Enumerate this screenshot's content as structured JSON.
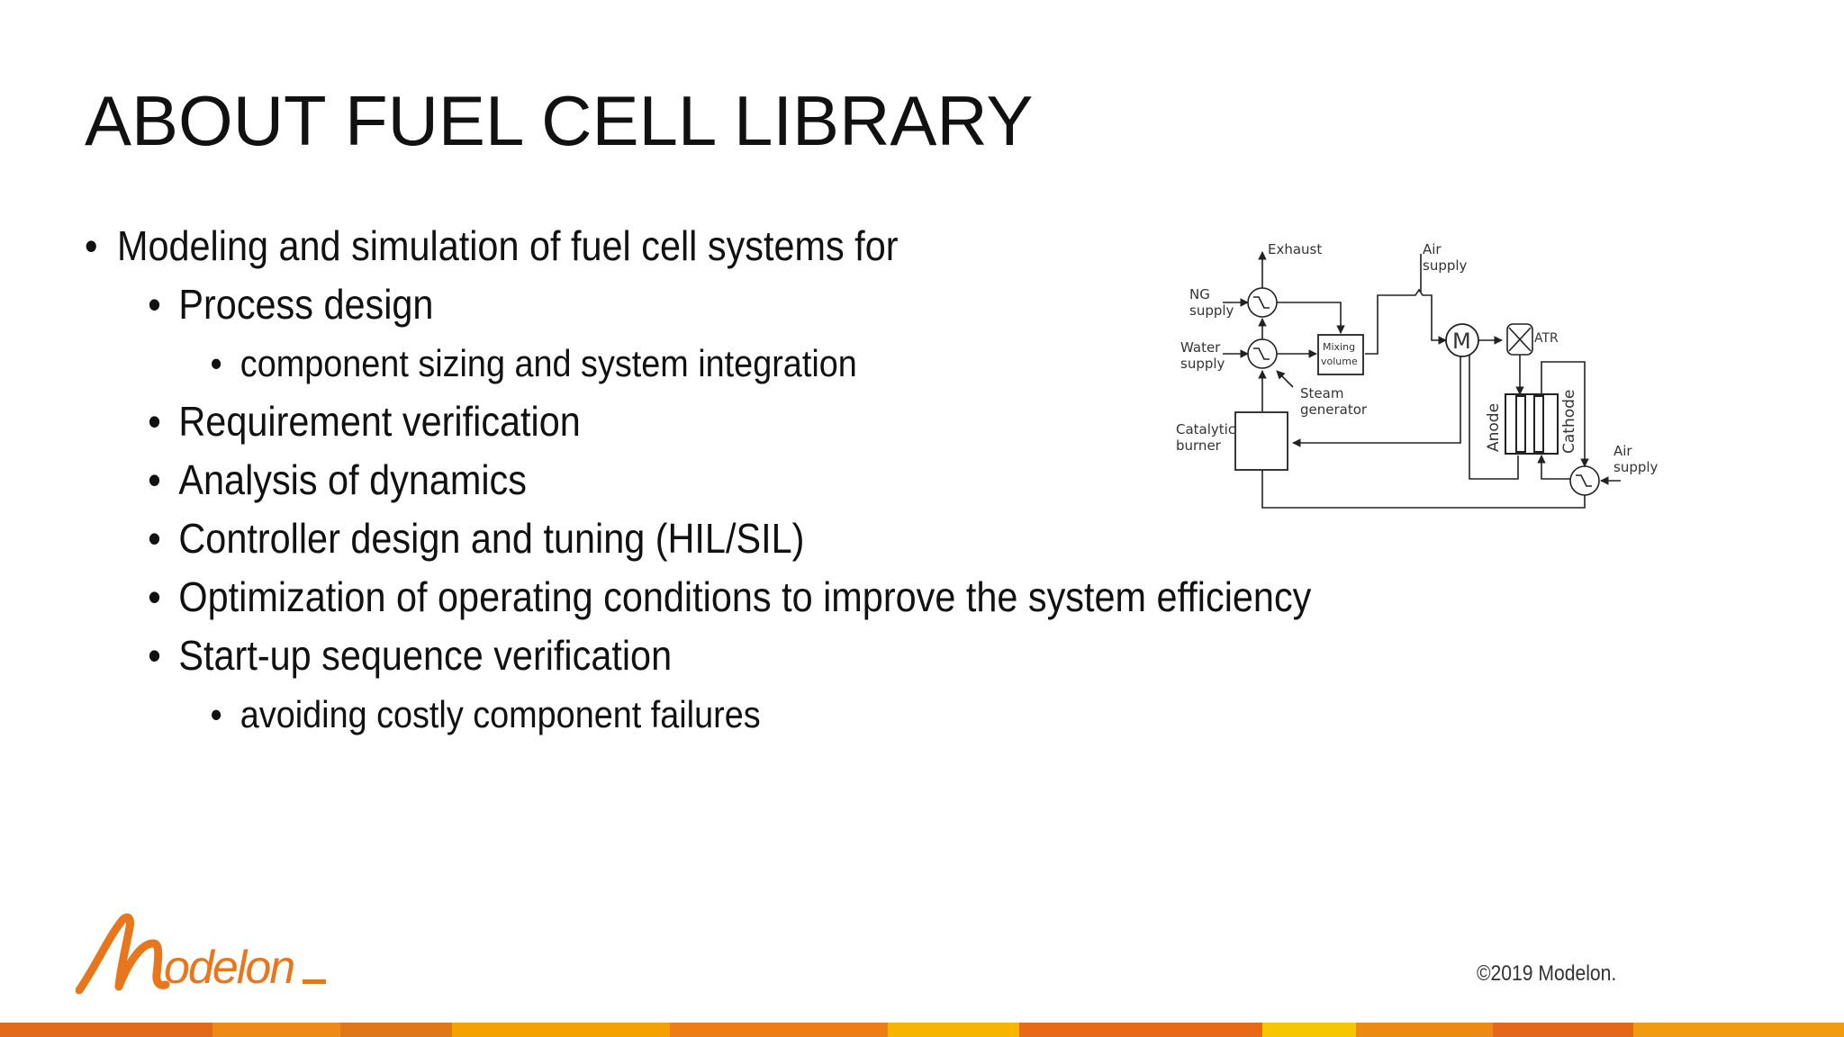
{
  "slide": {
    "title": "ABOUT FUEL CELL LIBRARY",
    "bullets": [
      {
        "level": 1,
        "text": "Modeling and simulation of fuel cell systems for"
      },
      {
        "level": 2,
        "text": "Process design"
      },
      {
        "level": 3,
        "text": "component sizing and system integration"
      },
      {
        "level": 2,
        "text": "Requirement verification"
      },
      {
        "level": 2,
        "text": "Analysis of dynamics"
      },
      {
        "level": 2,
        "text": "Controller design and tuning (HIL/SIL)"
      },
      {
        "level": 2,
        "text": "Optimization of operating conditions to improve the system efficiency"
      },
      {
        "level": 2,
        "text": "Start-up sequence verification"
      },
      {
        "level": 3,
        "text": "avoiding costly component failures"
      }
    ],
    "bullet_symbol": "•"
  },
  "diagram": {
    "labels": {
      "exhaust": "Exhaust",
      "air_supply_top_1": "Air",
      "air_supply_top_2": "supply",
      "ng_supply_1": "NG",
      "ng_supply_2": "supply",
      "water_supply_1": "Water",
      "water_supply_2": "supply",
      "mixing_volume_1": "Mixing",
      "mixing_volume_2": "volume",
      "steam_generator_1": "Steam",
      "steam_generator_2": "generator",
      "catalytic_burner_1": "Catalytic",
      "catalytic_burner_2": "burner",
      "atr": "ATR",
      "compressor_symbol": "M",
      "anode": "Anode",
      "cathode": "Cathode",
      "air_supply_right_1": "Air",
      "air_supply_right_2": "supply"
    }
  },
  "footer": {
    "logo_text": "Modelon",
    "copyright": "©2019 Modelon.",
    "bar_colors": [
      "#e36a1b",
      "#ef8a17",
      "#e07718",
      "#f5a200",
      "#ee7d16",
      "#f8b500",
      "#e86a16",
      "#f6c700",
      "#ec8a14",
      "#e5681a",
      "#f29a10"
    ],
    "brand_orange": "#e8761d"
  }
}
